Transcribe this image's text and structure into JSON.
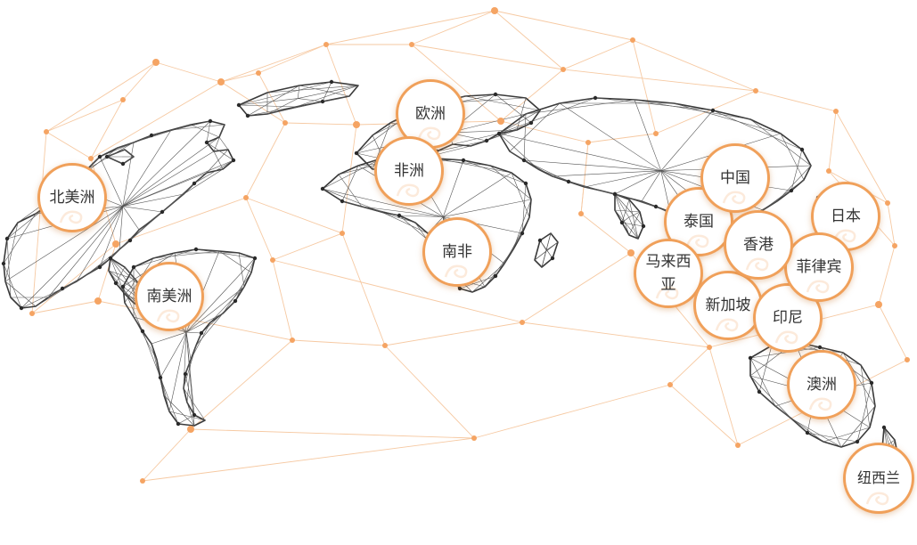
{
  "colors": {
    "accent": "#f0a05a",
    "node": "#f5a463",
    "network_line": "#f6c9a2",
    "map_line": "#333333",
    "label": "#333333"
  },
  "icons": {
    "marker_decoration": "orange-swirl-logo-icon"
  },
  "regions": [
    {
      "id": "north-america",
      "label": "北美洲"
    },
    {
      "id": "south-america",
      "label": "南美洲"
    },
    {
      "id": "europe",
      "label": "欧洲"
    },
    {
      "id": "africa",
      "label": "非洲"
    },
    {
      "id": "south-africa",
      "label": "南非"
    },
    {
      "id": "china",
      "label": "中国"
    },
    {
      "id": "thailand",
      "label": "泰国"
    },
    {
      "id": "hong-kong",
      "label": "香港"
    },
    {
      "id": "japan",
      "label": "日本"
    },
    {
      "id": "malaysia",
      "label": "马来西亚"
    },
    {
      "id": "philippines",
      "label": "菲律宾"
    },
    {
      "id": "singapore",
      "label": "新加坡"
    },
    {
      "id": "indonesia",
      "label": "印尼"
    },
    {
      "id": "australia",
      "label": "澳洲"
    },
    {
      "id": "new-zealand",
      "label": "纽西兰"
    }
  ]
}
